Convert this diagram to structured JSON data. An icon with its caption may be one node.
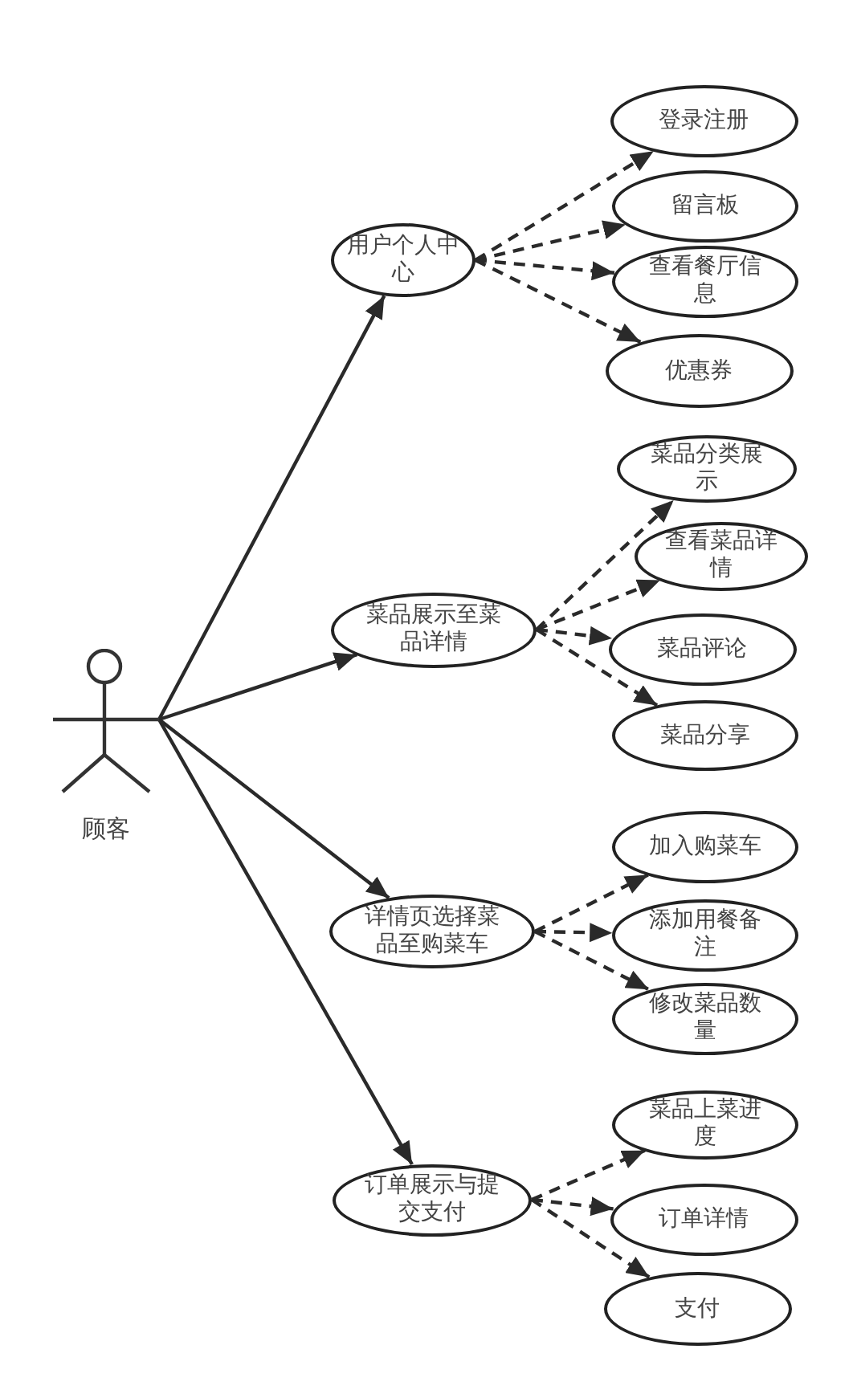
{
  "diagram": {
    "nodes": [
      {
        "text": [
          "顾客"
        ]
      },
      {
        "text": [
          "用户个人中心"
        ]
      },
      {
        "text": [
          "登录注册"
        ]
      },
      {
        "text": [
          "留言板"
        ]
      },
      {
        "text": [
          "查看餐厅信息"
        ]
      },
      {
        "text": [
          "优惠券"
        ]
      },
      {
        "text": [
          "菜品展示至菜品详情"
        ]
      },
      {
        "text": [
          "菜品分类展示"
        ]
      },
      {
        "text": [
          "查看菜品详情"
        ]
      },
      {
        "text": [
          "菜品评论"
        ]
      },
      {
        "text": [
          "菜品分享"
        ]
      },
      {
        "text": [
          "详情页选择菜品至购菜车"
        ]
      },
      {
        "text": [
          "加入购菜车"
        ]
      },
      {
        "text": [
          "添加用餐备注"
        ]
      },
      {
        "text": [
          "修改菜品数量"
        ]
      },
      {
        "text": [
          "订单展示与提交支付"
        ]
      },
      {
        "text": [
          "菜品上菜进度"
        ]
      },
      {
        "text": [
          "订单详情"
        ]
      },
      {
        "text": [
          "支付"
        ]
      }
    ],
    "edges": [
      {
        "from": 0,
        "to": 1,
        "arrow": "to"
      },
      {
        "from": 0,
        "to": 6,
        "arrow": "to"
      },
      {
        "from": 0,
        "to": 11,
        "arrow": "to"
      },
      {
        "from": 0,
        "to": 15,
        "arrow": "to"
      },
      {
        "from": 1,
        "to": 2,
        "arrow": "to",
        "style": "dashed"
      },
      {
        "from": 1,
        "to": 3,
        "arrow": "to",
        "style": "dashed"
      },
      {
        "from": 1,
        "to": 4,
        "arrow": "to",
        "style": "dashed"
      },
      {
        "from": 1,
        "to": 5,
        "arrow": "to",
        "style": "dashed"
      },
      {
        "from": 6,
        "to": 7,
        "arrow": "to",
        "style": "dashed"
      },
      {
        "from": 6,
        "to": 8,
        "arrow": "to",
        "style": "dashed"
      },
      {
        "from": 6,
        "to": 9,
        "arrow": "to",
        "style": "dashed"
      },
      {
        "from": 6,
        "to": 10,
        "arrow": "to",
        "style": "dashed"
      },
      {
        "from": 11,
        "to": 12,
        "arrow": "to",
        "style": "dashed"
      },
      {
        "from": 11,
        "to": 13,
        "arrow": "to",
        "style": "dashed"
      },
      {
        "from": 11,
        "to": 14,
        "arrow": "to",
        "style": "dashed"
      },
      {
        "from": 15,
        "to": 16,
        "arrow": "to",
        "style": "dashed"
      },
      {
        "from": 15,
        "to": 17,
        "arrow": "to",
        "style": "dashed"
      },
      {
        "from": 15,
        "to": 18,
        "arrow": "to",
        "style": "dashed"
      }
    ]
  }
}
